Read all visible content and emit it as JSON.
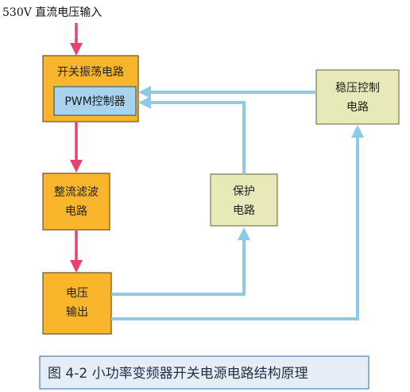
{
  "input_label": "530V 直流电压输入",
  "blocks": {
    "oscillator": "开关振荡电路",
    "pwm": "PWM控制器",
    "rectifier": [
      "整流滤波",
      "电路"
    ],
    "voltage_output": [
      "电压",
      "输出"
    ],
    "protection": [
      "保护",
      "电路"
    ],
    "regulator": [
      "稳压控制",
      "电路"
    ]
  },
  "caption": "图 4-2  小功率变频器开关电源电路结构原理"
}
